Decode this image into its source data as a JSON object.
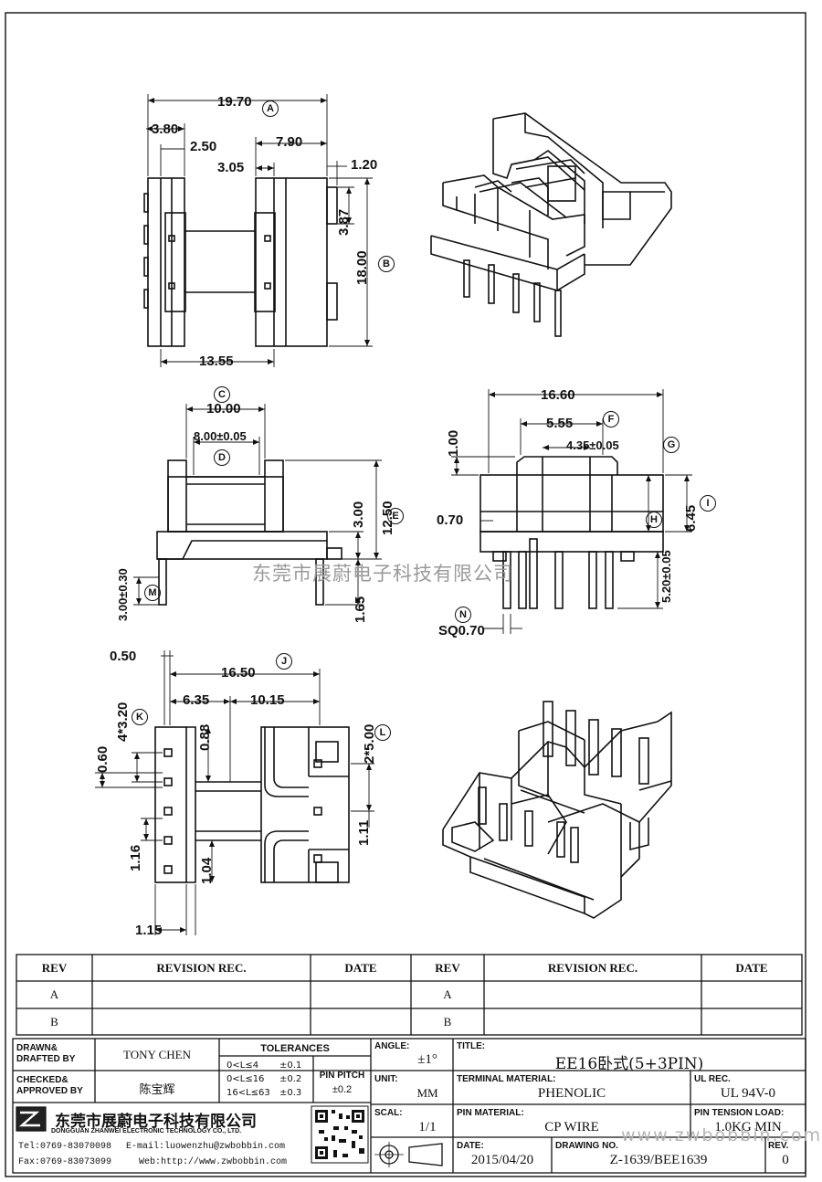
{
  "drawing": {
    "dims": {
      "d1970": "19.70",
      "d380": "3.80",
      "d250": "2.50",
      "d790": "7.90",
      "d305": "3.05",
      "d120": "1.20",
      "d387": "3.87",
      "d1800": "18.00",
      "d1355": "13.55",
      "d1000": "10.00",
      "d800": "8.00±0.05",
      "d300": "3.00",
      "d1250": "12.50",
      "d300b": "3.00±0.30",
      "d165": "1.65",
      "d1660": "16.60",
      "d555": "5.55",
      "d435": "4.35±0.05",
      "d100": "1.00",
      "d645": "6.45",
      "d070": "0.70",
      "d520": "5.20±0.05",
      "dsq": "SQ0.70",
      "d050": "0.50",
      "d1650": "16.50",
      "d635": "6.35",
      "d1015": "10.15",
      "d4x320": "4*3.20",
      "d088": "0.88",
      "d060": "0.60",
      "d2x500": "2*5.00",
      "d111": "1.11",
      "d116": "1.16",
      "d104": "1.04",
      "d115": "1.15"
    },
    "markers": [
      "A",
      "B",
      "C",
      "D",
      "E",
      "F",
      "G",
      "H",
      "I",
      "J",
      "K",
      "L",
      "M",
      "N"
    ],
    "watermark": "东莞市展蔚电子科技有限公司"
  },
  "revisions": {
    "headers": [
      "REV",
      "REVISION REC.",
      "DATE",
      "REV",
      "REVISION REC.",
      "DATE"
    ],
    "rows": [
      [
        "A",
        "",
        "",
        "A",
        "",
        ""
      ],
      [
        "B",
        "",
        "",
        "B",
        "",
        ""
      ]
    ]
  },
  "titleblock": {
    "drawn_label": "DRAWN&\nDRAFTED BY",
    "drawn_value": "TONY CHEN",
    "checked_label": "CHECKED&\nAPPROVED BY",
    "checked_value": "陈宝辉",
    "tolerances_label": "TOLERANCES",
    "tol_rows": [
      [
        "0<L≤4",
        "±0.1"
      ],
      [
        "0<L≤16",
        "±0.2"
      ],
      [
        "16<L≤63",
        "±0.3"
      ]
    ],
    "pin_pitch_label": "PIN PITCH",
    "pin_pitch_value": "±0.2",
    "angle_label": "ANGLE:",
    "angle_value": "±1°",
    "unit_label": "UNIT:",
    "unit_value": "MM",
    "scal_label": "SCAL:",
    "scal_value": "1/1",
    "title_label": "TITLE:",
    "title_value": "EE16卧式(5+3PIN)",
    "terminal_label": "TERMINAL MATERIAL:",
    "terminal_value": "PHENOLIC",
    "ul_label": "UL REC.",
    "ul_value": "UL 94V-0",
    "pin_mat_label": "PIN MATERIAL:",
    "pin_mat_value": "CP WIRE",
    "tension_label": "PIN TENSION LOAD:",
    "tension_value": "1.0KG MIN",
    "date_label": "DATE:",
    "date_value": "2015/04/20",
    "drawing_no_label": "DRAWING NO.",
    "drawing_no_value": "Z-1639/BEE1639",
    "rev_label": "REV.",
    "rev_value": "0",
    "company_cn": "东莞市展蔚电子科技有限公司",
    "company_en": "DONGGUAN ZHANWEI ELECTRONIC TECHNOLOGY CO., LTD.",
    "tel": "Tel:0769-83070098",
    "email": "E-mail:luowenzhu@zwbobbin.com",
    "fax": "Fax:0769-83073099",
    "web": "Web:http://www.zwbobbin.com",
    "logo_text": "ZW",
    "watermark2": "www.zwbobbin.com"
  }
}
